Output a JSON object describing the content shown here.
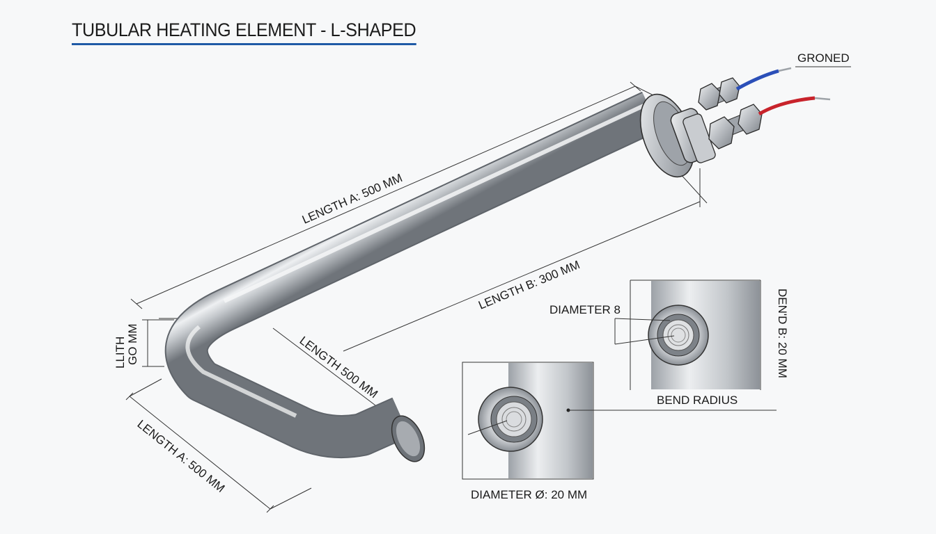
{
  "title": "TUBULAR HEATING ELEMENT - L-SHAPED",
  "colors": {
    "accent_underline": "#1f5aa6",
    "wire_blue": "#2b4fb8",
    "wire_red": "#c8232b",
    "metal": "#b8bcc1"
  },
  "labels": {
    "length_a_top": "LENGTH A: 500 MM",
    "length_b": "LENGTH B: 300 MM",
    "length_diag": "LENGTH 500 MM",
    "length_a_bottom": "LENGTH A: 500 MM",
    "lith_line1": "LLITH",
    "lith_line2": "GO MM",
    "groned": "GRONED",
    "diameter_b": "DIAMETER 8",
    "bend_b": "DEN'D B: 20 MM",
    "bend_radius": "BEND RADIUS",
    "diameter_o": "DIAMETER Ø: 20 MM"
  }
}
